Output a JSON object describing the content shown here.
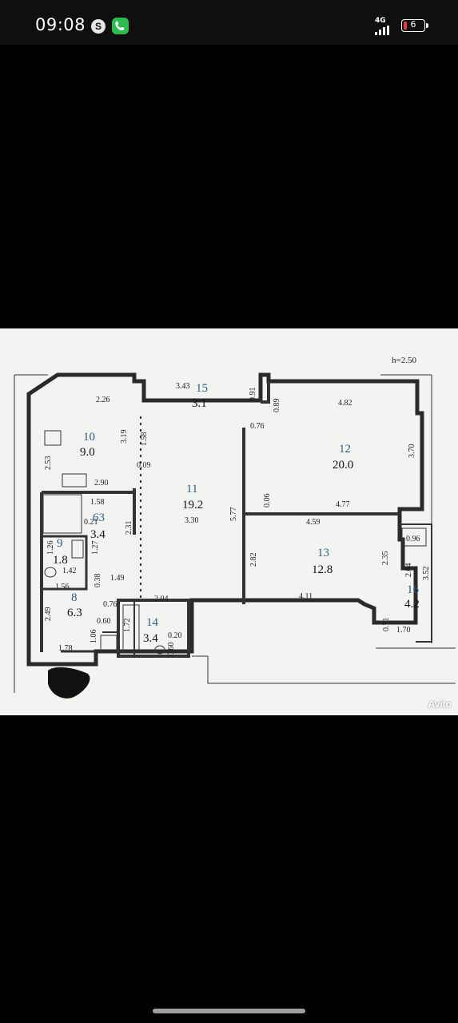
{
  "status_bar": {
    "time": "09:08",
    "app_badge": "S",
    "network": "4G",
    "battery_level": "6",
    "battery_color": "#e53935",
    "call_color": "#2dbb4f"
  },
  "plan": {
    "ceiling_height": "h=2.50",
    "watermark": "Avito",
    "rooms": [
      {
        "num": "10",
        "area": "9.0"
      },
      {
        "num": "15",
        "area": "3.1"
      },
      {
        "num": "11",
        "area": "19.2"
      },
      {
        "num": "12",
        "area": "20.0"
      },
      {
        "num": "63",
        "area": "3.4"
      },
      {
        "num": "9",
        "area": "1.8"
      },
      {
        "num": "13",
        "area": "12.8"
      },
      {
        "num": "16",
        "area": "4.2"
      },
      {
        "num": "8",
        "area": "6.3"
      },
      {
        "num": "14",
        "area": "3.4"
      }
    ],
    "dimensions": {
      "d_2_26": "2.26",
      "d_3_43": "3.43",
      "d_0_91": "0.91",
      "d_0_89": "0.89",
      "d_4_82": "4.82",
      "d_0_76_top": "0.76",
      "d_3_19": "3.19",
      "d_1_58_v": "1.58",
      "d_2_53": "2.53",
      "d_0_09": "0.09",
      "d_3_70": "3.70",
      "d_2_90": "2.90",
      "d_1_58_h": "1.58",
      "d_0_06": "0.06",
      "d_4_77": "4.77",
      "d_5_77": "5.77",
      "d_0_21": "0.21",
      "d_2_31": "2.31",
      "d_3_30": "3.30",
      "d_4_59": "4.59",
      "d_1_26": "1.26",
      "d_1_27": "1.27",
      "d_0_96": "0.96",
      "d_2_35": "2.35",
      "d_1_42": "1.42",
      "d_0_38": "0.38",
      "d_1_49": "1.49",
      "d_2_82": "2.82",
      "d_2_04_right": "2.04",
      "d_3_52": "3.52",
      "d_1_56": "1.56",
      "d_2_04_bath": "2.04",
      "d_0_76_mid": "0.76",
      "d_4_11": "4.11",
      "d_2_49": "2.49",
      "d_0_60_a": "0.60",
      "d_1_72": "1.72",
      "d_0_20": "0.20",
      "d_0_71": "0.71",
      "d_1_70": "1.70",
      "d_1_06": "1.06",
      "d_0_60_b": "0.60",
      "d_1_78": "1.78"
    }
  }
}
